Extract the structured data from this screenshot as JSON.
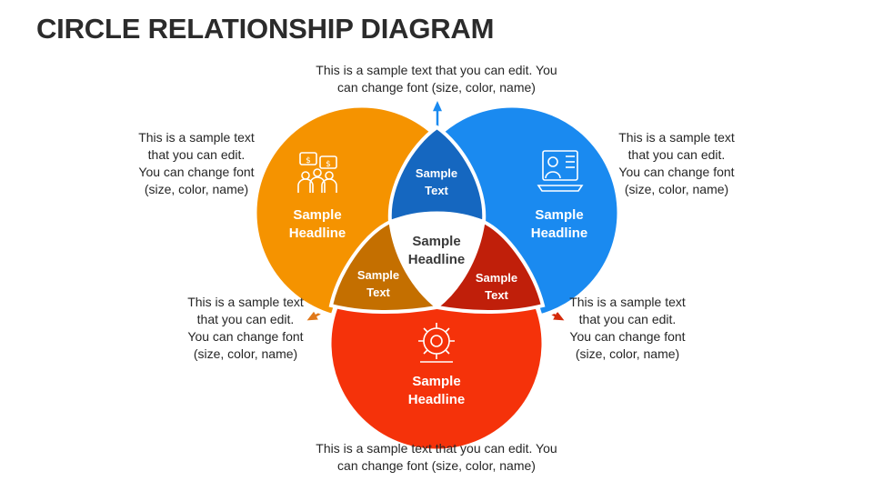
{
  "title": "CIRCLE RELATIONSHIP DIAGRAM",
  "colors": {
    "orange": "#f59300",
    "blue": "#1a8af0",
    "red": "#f5320a",
    "intersect_top": "#1567c0",
    "intersect_left": "#c46f00",
    "intersect_right": "#c01f0a",
    "center_text": "#3a3a3a"
  },
  "notes": {
    "top": [
      "This is a sample text that you can edit. You",
      "can change font (size, color, name)"
    ],
    "upper_left": [
      "This is a sample text",
      "that you can edit.",
      "You can change font",
      "(size, color, name)"
    ],
    "upper_right": [
      "This is a sample text",
      "that you can edit.",
      "You can change font",
      "(size, color, name)"
    ],
    "lower_left": [
      "This is a sample text",
      "that you can edit.",
      "You can change font",
      "(size, color, name)"
    ],
    "lower_right": [
      "This is a sample text",
      "that you can edit.",
      "You can change font",
      "(size, color, name)"
    ],
    "bottom": [
      "This is a sample text that you can edit. You",
      "can change font (size, color, name)"
    ]
  },
  "circles": {
    "left": {
      "headline": [
        "Sample",
        "Headline"
      ],
      "icon": "people-money-icon"
    },
    "right": {
      "headline": [
        "Sample",
        "Headline"
      ],
      "icon": "computer-user-icon"
    },
    "bottom": {
      "headline": [
        "Sample",
        "Headline"
      ],
      "icon": "gear-wrench-icon"
    }
  },
  "intersections": {
    "top": [
      "Sample",
      "Text"
    ],
    "left": [
      "Sample",
      "Text"
    ],
    "right": [
      "Sample",
      "Text"
    ]
  },
  "center": [
    "Sample",
    "Headline"
  ]
}
